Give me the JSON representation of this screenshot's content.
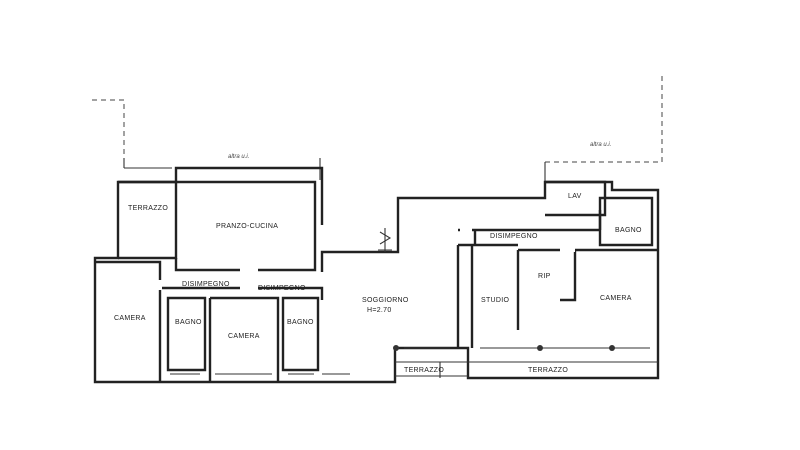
{
  "labels": {
    "altra_ui_top": "altra u.i.",
    "altra_ui_right": "altra u.i.",
    "terrazzo_top": "TERRAZZO",
    "pranzo_cucina": "PRANZO-CUCINA",
    "disimpegno_left": "DISIMPEGNO",
    "disimpegno_mid": "DISIMPEGNO",
    "disimpegno_right": "DISIMPEGNO",
    "camera_left": "CAMERA",
    "bagno_left": "BAGNO",
    "camera_mid": "CAMERA",
    "bagno_mid": "BAGNO",
    "soggiorno": "SOGGIORNO",
    "soggiorno_height": "H=2.70",
    "studio": "STUDIO",
    "rip": "RIP",
    "camera_right": "CAMERA",
    "lav": "LAV",
    "bagno_right": "BAGNO",
    "terrazzo_bottom_left": "TERRAZZO",
    "terrazzo_bottom_right": "TERRAZZO"
  }
}
